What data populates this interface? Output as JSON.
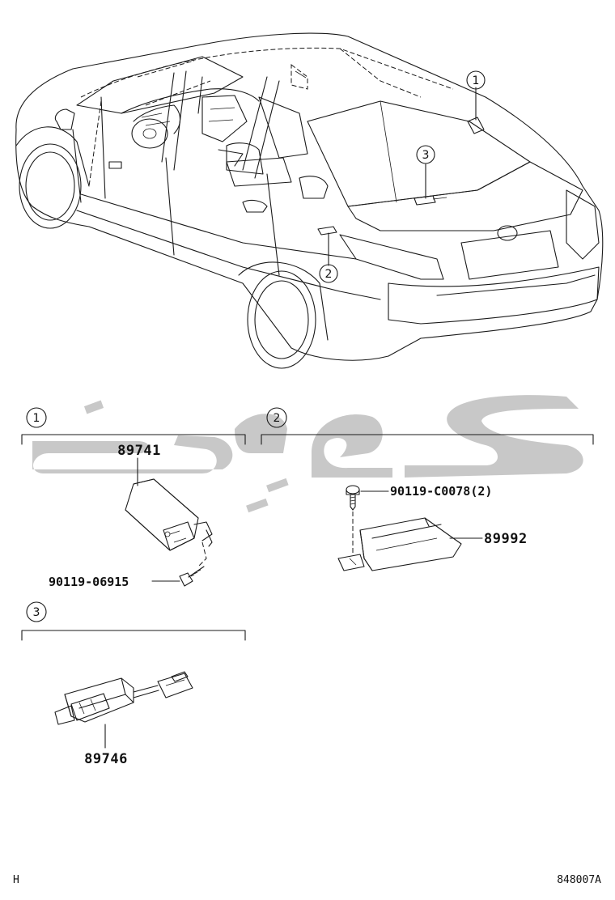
{
  "callouts": {
    "c1": "1",
    "c2": "2",
    "c3": "3"
  },
  "groups": {
    "g1": {
      "label": "1",
      "parts": [
        {
          "number": "89741"
        },
        {
          "number": "90119-06915"
        }
      ]
    },
    "g2": {
      "label": "2",
      "parts": [
        {
          "number": "90119-C0078(2)"
        },
        {
          "number": "89992"
        }
      ]
    },
    "g3": {
      "label": "3",
      "parts": [
        {
          "number": "89746"
        }
      ]
    }
  },
  "footer": {
    "left": "H",
    "right": "848007A"
  },
  "colors": {
    "line": "#1a1a1a",
    "watermark": "#9a9a9a"
  }
}
